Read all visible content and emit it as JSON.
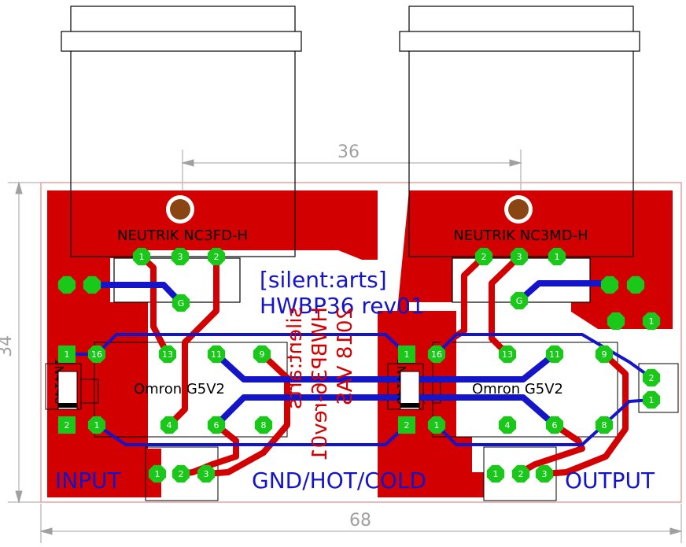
{
  "dimensions": {
    "width": "36",
    "height": "34",
    "overall": "68"
  },
  "connectors": {
    "input": "NEUTRIK NC3FD-H",
    "output": "NEUTRIK NC3MD-H"
  },
  "relays": {
    "left": "Omron G5V2",
    "right": "Omron G5V2"
  },
  "diodes": {
    "left": "1N4148",
    "right": "1N4148"
  },
  "title": {
    "brand": "[silent:arts]",
    "board": "HWBP36 rev01"
  },
  "mirrored_text": [
    "silent:arts",
    "HWBP36-rev01",
    "2018 VAS"
  ],
  "labels": {
    "input": "INPUT",
    "output": "OUTPUT",
    "pinout": "GND/HOT/COLD"
  },
  "pads": {
    "jack_left": [
      "1",
      "3",
      "2",
      "G"
    ],
    "jack_right": [
      "2",
      "3",
      "1",
      "G"
    ],
    "relay_top": [
      "16",
      "13",
      "11",
      "9"
    ],
    "relay_bottom": [
      "1",
      "4",
      "6",
      "8"
    ],
    "diode": [
      "1",
      "2"
    ],
    "header_left": [
      "1",
      "2",
      "3"
    ],
    "header_right": [
      "1",
      "2",
      "3"
    ],
    "power": [
      "1",
      "2"
    ],
    "aux": [
      "1"
    ]
  },
  "colors": {
    "copper_top": "#d20000",
    "copper_bottom": "#1414c8",
    "silkscreen": "#000000",
    "pad": "#19c819",
    "drill": "#8b4513",
    "outline": "#e8a0a0",
    "dimension": "#a0a0a0"
  }
}
